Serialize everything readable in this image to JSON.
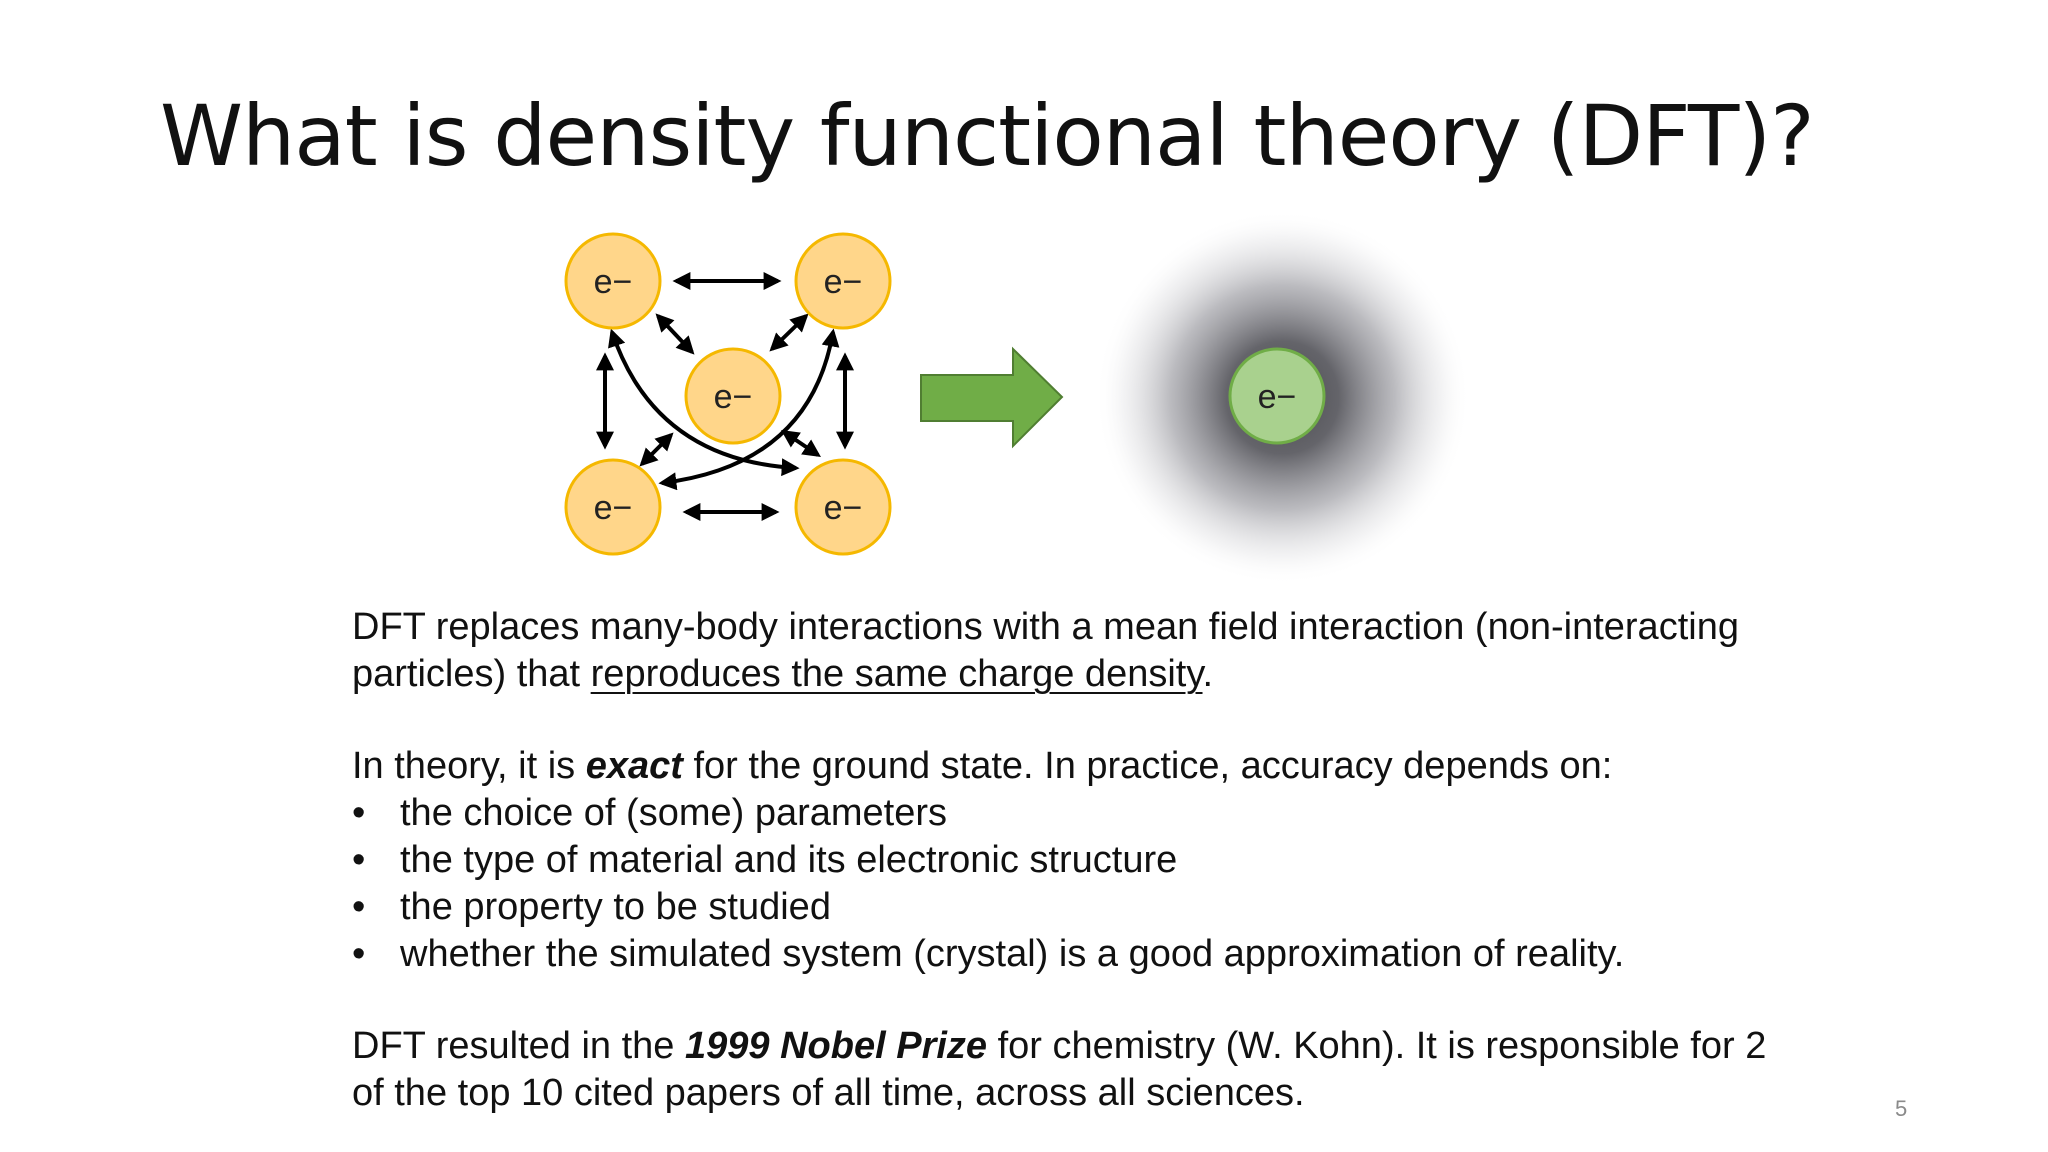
{
  "slide": {
    "title": "What is density functional theory (DFT)?",
    "page_number": "5"
  },
  "diagram": {
    "electron_label": "e−",
    "left_fill": "#FFD68A",
    "left_stroke": "#F5B800",
    "right_fill": "#A9D18E",
    "right_stroke": "#70AD47",
    "arrow_color": "#70AD47"
  },
  "text": {
    "p1_a": "DFT replaces many-body interactions with a mean field interaction (non-interacting particles) that ",
    "p1_link": "reproduces the same charge density",
    "p1_b": ".",
    "p2_a": "In theory, it is ",
    "p2_em": "exact",
    "p2_b": " for the ground state. In practice, accuracy depends on:",
    "bullets": [
      "the choice of (some) parameters",
      "the type of material and its electronic structure",
      "the property to be studied",
      "whether the simulated system (crystal) is a good approximation of reality."
    ],
    "p3_a": "DFT resulted in the ",
    "p3_em": "1999 Nobel Prize",
    "p3_b": " for chemistry (W. Kohn). It is responsible for 2 of the top 10 cited papers of all time, across all sciences."
  }
}
